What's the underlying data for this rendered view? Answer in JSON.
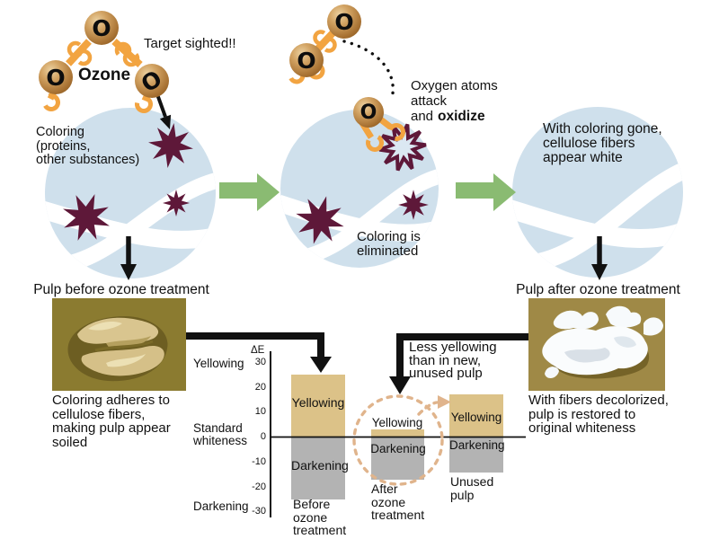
{
  "atom_label": "O",
  "stage1": {
    "target_callout": "Target sighted!!",
    "molecule_label": "Ozone",
    "coloring_note": "Coloring\n(proteins,\nother substances)"
  },
  "stage2": {
    "attack_line1": "Oxygen atoms",
    "attack_line2": "attack",
    "attack_prefix": "and",
    "attack_emphasis": "oxidize",
    "elimination_note": "Coloring is\neliminated"
  },
  "stage3": {
    "note": "With coloring gone,\ncellulose fibers\nappear white"
  },
  "before_panel": {
    "title": "Pulp before ozone treatment",
    "caption": "Coloring adheres to\ncellulose fibers,\nmaking pulp appear\nsoiled"
  },
  "after_panel": {
    "title": "Pulp after ozone treatment",
    "caption": "With fibers decolorized,\npulp is restored to\noriginal whiteness"
  },
  "chart_data": {
    "type": "bar",
    "ylabel": "ΔE",
    "ylim": [
      -30,
      30
    ],
    "yticks": [
      "30",
      "20",
      "10",
      "0",
      "-10",
      "-20",
      "-30"
    ],
    "zone_labels": {
      "positive": "Yellowing",
      "zero": "Standard\nwhiteness",
      "negative": "Darkening"
    },
    "categories": [
      "Before\nozone\ntreatment",
      "After\nozone\ntreatment",
      "Unused\npulp"
    ],
    "series": [
      {
        "name": "Yellowing",
        "color": "#dcc288",
        "values": [
          25,
          3,
          17
        ]
      },
      {
        "name": "Darkening",
        "color": "#b3b3b3",
        "values": [
          -25,
          -17,
          -14
        ]
      }
    ],
    "annotation": "Less yellowing\nthan in new,\nunused pulp",
    "grid": false,
    "legend": false
  },
  "colors": {
    "fiber_circle": "#cfe0ec",
    "coloring_star": "#5e1839",
    "ozone_link": "#f2a441",
    "flow_arrow": "#8abb72",
    "highlight_dash": "#e0b48c",
    "before_bg": "#8b7b30",
    "after_bg": "#9f8946"
  }
}
